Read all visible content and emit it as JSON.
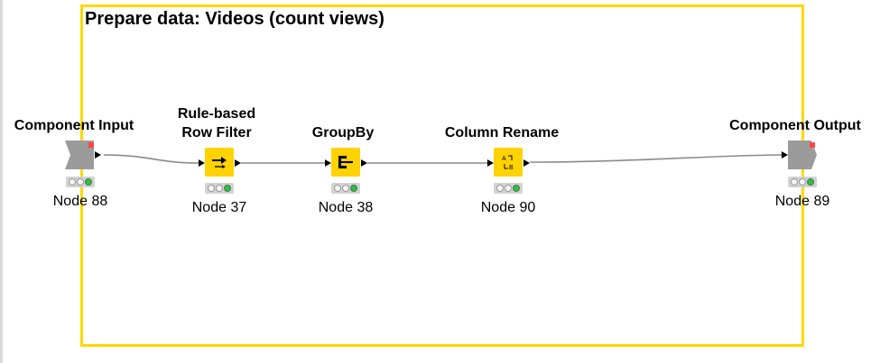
{
  "workflow": {
    "annotation": {
      "title": "Prepare data: Videos (count views)",
      "border_color": "#ffd800"
    },
    "nodes": [
      {
        "id": "node-88",
        "name": "Component Input",
        "label": "Node 88",
        "icon": "component-input-icon",
        "status": [
          "off",
          "off",
          "green"
        ]
      },
      {
        "id": "node-37",
        "name_line1": "Rule-based",
        "name_line2": "Row Filter",
        "label": "Node 37",
        "icon": "row-filter-icon",
        "status": [
          "off",
          "off",
          "green"
        ]
      },
      {
        "id": "node-38",
        "name": "GroupBy",
        "label": "Node 38",
        "icon": "groupby-icon",
        "status": [
          "off",
          "off",
          "green"
        ]
      },
      {
        "id": "node-90",
        "name": "Column Rename",
        "label": "Node 90",
        "icon": "column-rename-icon",
        "status": [
          "off",
          "off",
          "green"
        ]
      },
      {
        "id": "node-89",
        "name": "Component Output",
        "label": "Node 89",
        "icon": "component-output-icon",
        "status": [
          "off",
          "off",
          "green"
        ]
      }
    ],
    "colors": {
      "manipulator_node": "#ffd200",
      "component_node": "#9b9b9b",
      "connection": "#8a8a8a",
      "status_ok": "#3fb34f",
      "flag": "#ff4545"
    }
  }
}
